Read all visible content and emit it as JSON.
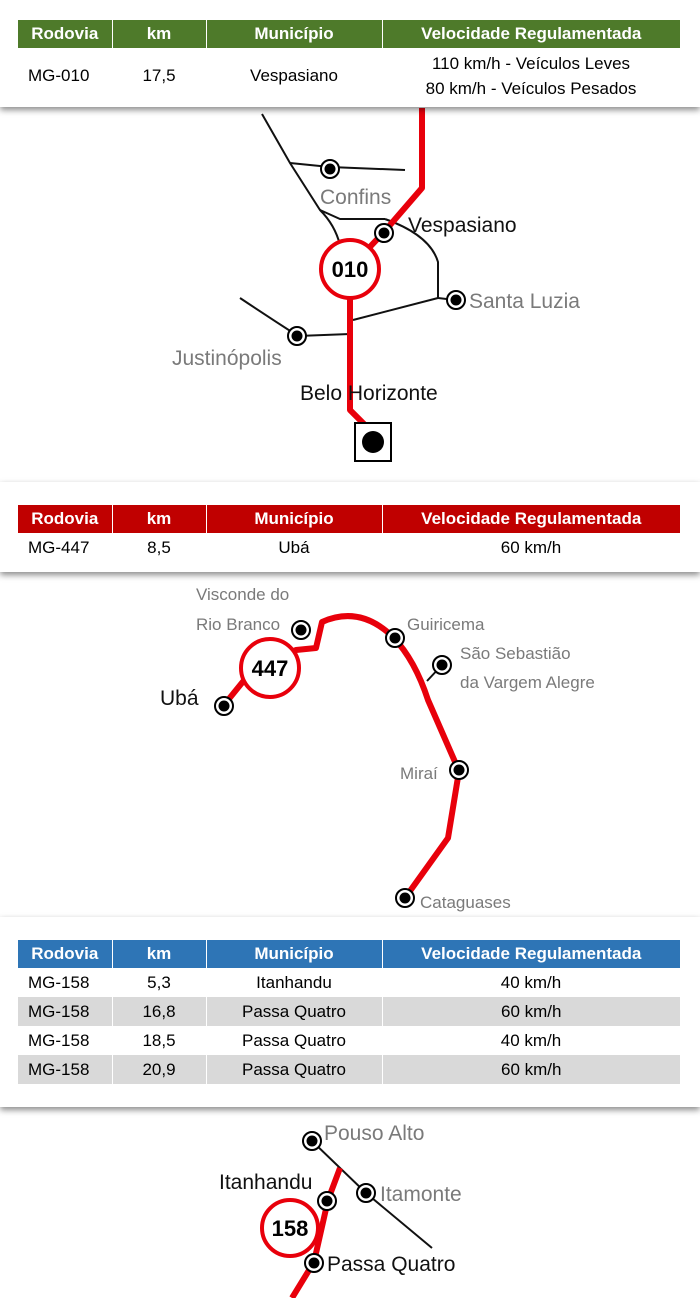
{
  "colors": {
    "green": "#4e7a2a",
    "red": "#c00000",
    "blue": "#2e75b6",
    "route": "#e8000b",
    "stripe": "#d9d9d9"
  },
  "headers": {
    "road": "Rodovia",
    "km": "km",
    "city": "Município",
    "speed": "Velocidade Regulamentada"
  },
  "table1": {
    "rows": [
      {
        "road": "MG-010",
        "km": "17,5",
        "city": "Vespasiano",
        "speed1": "110 km/h - Veículos Leves",
        "speed2": "80 km/h - Veículos Pesados"
      }
    ]
  },
  "table2": {
    "rows": [
      {
        "road": "MG-447",
        "km": "8,5",
        "city": "Ubá",
        "speed": "60 km/h"
      }
    ]
  },
  "table3": {
    "rows": [
      {
        "road": "MG-158",
        "km": "5,3",
        "city": "Itanhandu",
        "speed": "40 km/h"
      },
      {
        "road": "MG-158",
        "km": "16,8",
        "city": "Passa Quatro",
        "speed": "60 km/h"
      },
      {
        "road": "MG-158",
        "km": "18,5",
        "city": "Passa Quatro",
        "speed": "40 km/h"
      },
      {
        "road": "MG-158",
        "km": "20,9",
        "city": "Passa Quatro",
        "speed": "60 km/h"
      }
    ]
  },
  "map1": {
    "shield": "010",
    "labels": {
      "confins": "Confins",
      "vespasiano": "Vespasiano",
      "santa_luzia": "Santa Luzia",
      "justinopolis": "Justinópolis",
      "belo_horizonte": "Belo Horizonte"
    }
  },
  "map2": {
    "shield": "447",
    "labels": {
      "visconde1": "Visconde do",
      "visconde2": "Rio Branco",
      "guiricema": "Guiricema",
      "sao_sebastiao1": "São Sebastião",
      "sao_sebastiao2": "da Vargem Alegre",
      "uba": "Ubá",
      "mirai": "Miraí",
      "cataguases": "Cataguases"
    }
  },
  "map3": {
    "shield": "158",
    "labels": {
      "pouso_alto": "Pouso Alto",
      "itanhandu": "Itanhandu",
      "itamonte": "Itamonte",
      "passa_quatro": "Passa Quatro"
    }
  }
}
